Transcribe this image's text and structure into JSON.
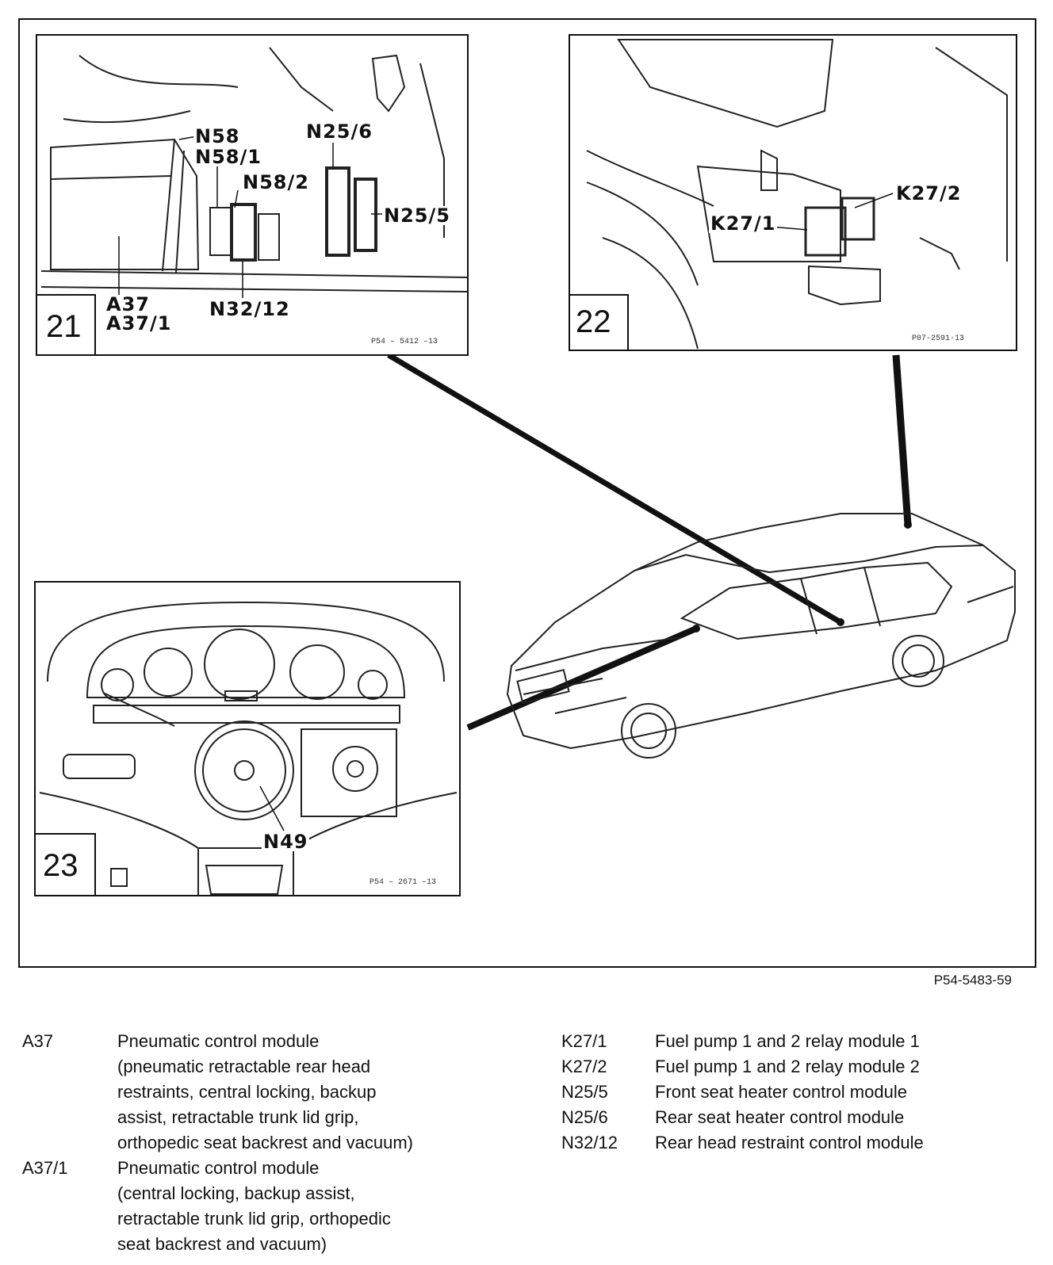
{
  "panels": [
    {
      "number": "21",
      "code": "P54 – 5412 –13",
      "labels": [
        "N58",
        "N58/1",
        "N58/2",
        "N25/6",
        "N25/5",
        "A37",
        "A37/1",
        "N32/12"
      ]
    },
    {
      "number": "22",
      "code": "P07-2591-13",
      "labels": [
        "K27/2",
        "K27/1"
      ]
    },
    {
      "number": "23",
      "code": "P54 – 2671 –13",
      "labels": [
        "N49"
      ]
    }
  ],
  "figure_code": "P54-5483-59",
  "legend_left": [
    {
      "code": "A37",
      "description": "Pneumatic control module\n(pneumatic retractable rear head\nrestraints, central locking, backup\nassist, retractable trunk lid grip,\northopedic seat backrest and vacuum)"
    },
    {
      "code": "A37/1",
      "description": "Pneumatic control module\n(central locking, backup assist,\nretractable trunk lid grip, orthopedic\nseat backrest and vacuum)"
    }
  ],
  "legend_right": [
    {
      "code": "K27/1",
      "description": "Fuel pump 1 and 2 relay module 1"
    },
    {
      "code": "K27/2",
      "description": "Fuel pump 1 and 2 relay module 2"
    },
    {
      "code": "N25/5",
      "description": "Front seat heater control module"
    },
    {
      "code": "N25/6",
      "description": "Rear seat heater control module"
    },
    {
      "code": "N32/12",
      "description": "Rear head restraint control module"
    }
  ]
}
